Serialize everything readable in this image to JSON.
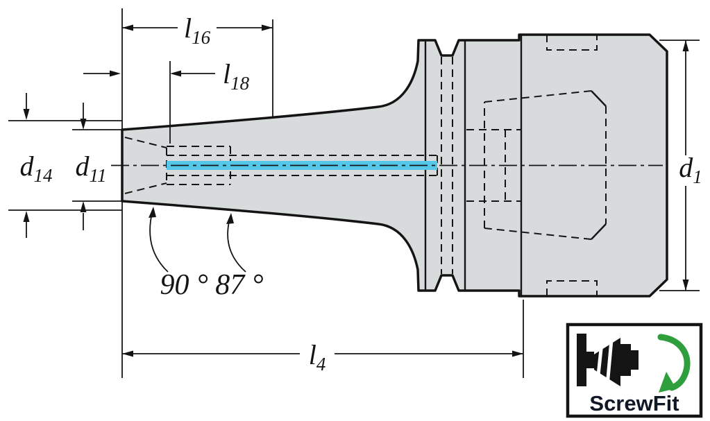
{
  "dimensions": {
    "l16": {
      "base": "l",
      "sub": "16"
    },
    "l18": {
      "base": "l",
      "sub": "18"
    },
    "d14": {
      "base": "d",
      "sub": "14"
    },
    "d11": {
      "base": "d",
      "sub": "11"
    },
    "l4": {
      "base": "l",
      "sub": "4"
    },
    "d1": {
      "base": "d",
      "sub": "1"
    },
    "angles": "90 ° 87 °"
  },
  "logo": {
    "text": "ScrewFit"
  },
  "colors": {
    "body_fill": "#d7dbdc",
    "outline": "#141414",
    "coolant": "#55c8e9",
    "logo_green": "#2f9e3c",
    "logo_text": "#101826",
    "background": "#ffffff"
  }
}
